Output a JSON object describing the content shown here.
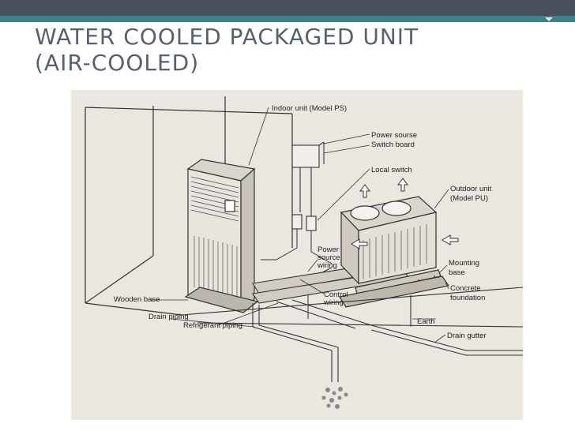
{
  "slide": {
    "title_line1": "WATER COOLED PACKAGED UNIT",
    "title_line2": "(AIR-COOLED)"
  },
  "labels": {
    "indoor_unit": "Indoor unit (Model PS)",
    "power_source_1": "Power sourse",
    "power_source_2": "Switch board",
    "local_switch": "Local switch",
    "outdoor_unit_1": "Outdoor unit",
    "outdoor_unit_2": "(Model PU)",
    "power_wiring_1": "Power",
    "power_wiring_2": "source",
    "power_wiring_3": "wiring",
    "mounting_base_1": "Mounting",
    "mounting_base_2": "base",
    "concrete_1": "Concrete",
    "concrete_2": "foundation",
    "wooden_base": "Wooden base",
    "control_wiring_1": "Control",
    "control_wiring_2": "wiring",
    "drain_piping": "Drain piping",
    "refrigerant_piping": "Refrigerant piping",
    "earth": "Earth",
    "drain_gutter": "Drain gutter"
  },
  "colors": {
    "top_bar": "#4a4f5e",
    "accent": "#3d7f86",
    "title": "#57606e",
    "diagram_bg": "#ebe7e0"
  }
}
